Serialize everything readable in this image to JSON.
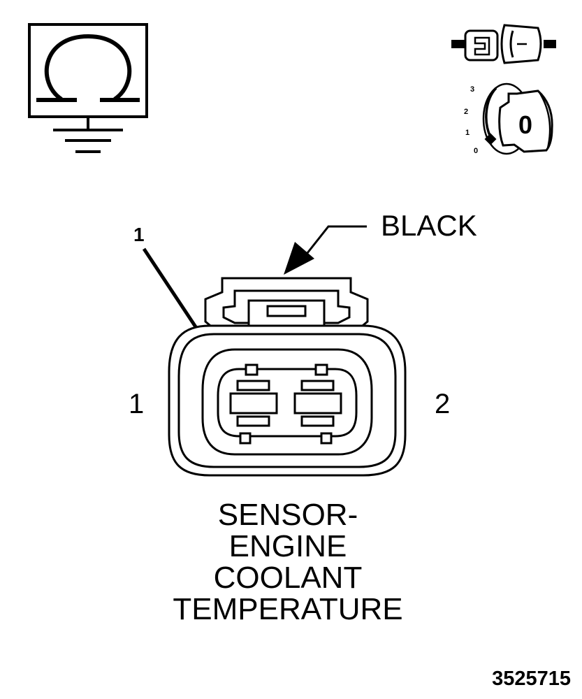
{
  "callouts": {
    "color_label": "BLACK",
    "pin_callout": "1"
  },
  "connector": {
    "pin_left": "1",
    "pin_right": "2"
  },
  "title_lines": [
    "SENSOR-",
    "ENGINE",
    "COOLANT",
    "TEMPERATURE"
  ],
  "figure_number": "3525715",
  "ignition_key": {
    "positions": [
      "3",
      "2",
      "1",
      "0"
    ],
    "key_label": "0"
  },
  "icons": [
    "ohmmeter-ground-icon",
    "disconnected-connector-icon",
    "ignition-key-icon"
  ],
  "colors": {
    "line": "#000000",
    "background": "#ffffff"
  }
}
